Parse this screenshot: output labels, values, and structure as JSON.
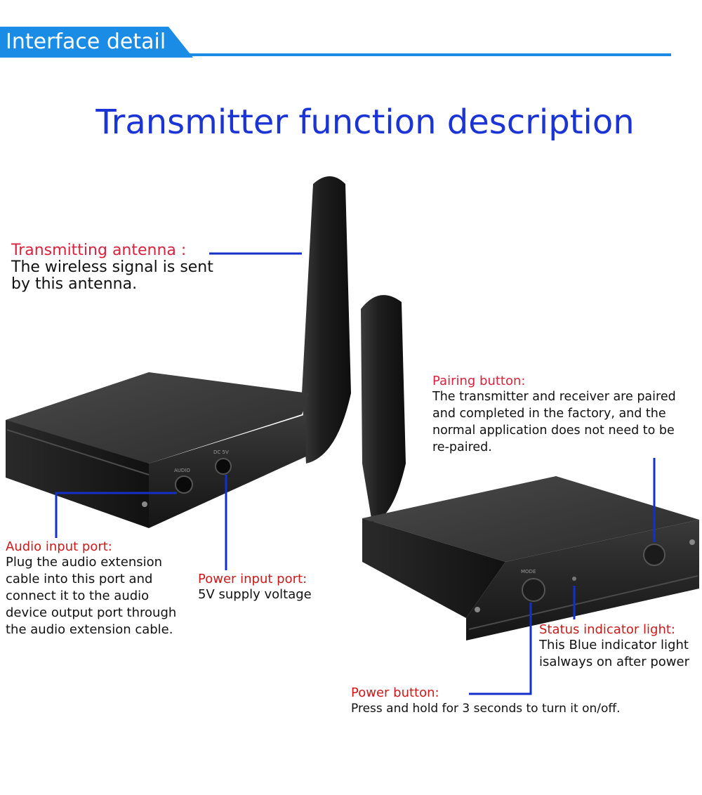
{
  "header": {
    "label": "Interface detail"
  },
  "title": "Transmitter function description",
  "callouts": {
    "antenna": {
      "title": "Transmitting antenna :",
      "body": "The wireless signal is sent\nby this antenna."
    },
    "pairing": {
      "title": "Pairing button:",
      "body": "The transmitter and receiver are paired\nand completed in the factory, and the\nnormal application does not need to be\nre-paired."
    },
    "audio": {
      "title": "Audio input port:",
      "body": "Plug the audio extension\ncable into this port and\nconnect it to the audio\ndevice output port through\nthe audio extension cable."
    },
    "power_input": {
      "title": "Power input port:",
      "body": "5V supply voltage"
    },
    "status": {
      "title": "Status indicator light:",
      "body": "This Blue indicator light\n isalways on after power"
    },
    "power_button": {
      "title": "Power button:",
      "body": "Press and hold for 3 seconds to turn it on/off."
    }
  },
  "device_labels": {
    "left_port1": "AUDIO",
    "left_port2": "DC 5V",
    "right_button": "MODE"
  },
  "colors": {
    "accent_blue": "#1a8ce6",
    "title_blue": "#1a34d6",
    "caption_red": "#d9233c",
    "leader_blue": "#1530c8"
  }
}
